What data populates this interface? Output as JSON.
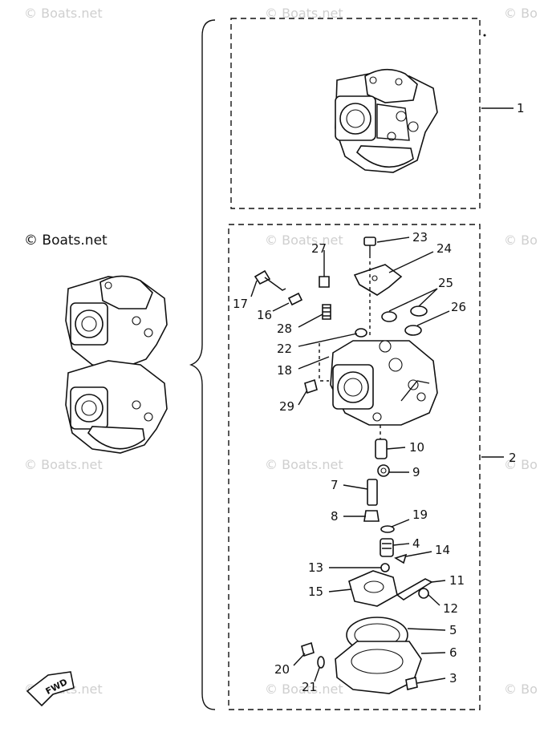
{
  "watermarks": {
    "brand": "© Boats.net",
    "partial_left": "© Bo",
    "copyright_label": "© Boats.net"
  },
  "fwd_label": "FWD",
  "part_labels": {
    "p1": "1",
    "p2": "2",
    "p3": "3",
    "p4": "4",
    "p5": "5",
    "p6": "6",
    "p7": "7",
    "p8": "8",
    "p9": "9",
    "p10": "10",
    "p11": "11",
    "p12": "12",
    "p13": "13",
    "p14": "14",
    "p15": "15",
    "p16": "16",
    "p17": "17",
    "p18": "18",
    "p19": "19",
    "p20": "20",
    "p21": "21",
    "p22": "22",
    "p23": "23",
    "p24": "24",
    "p25": "25",
    "p26": "26",
    "p27": "27",
    "p28": "28",
    "p29": "29"
  }
}
